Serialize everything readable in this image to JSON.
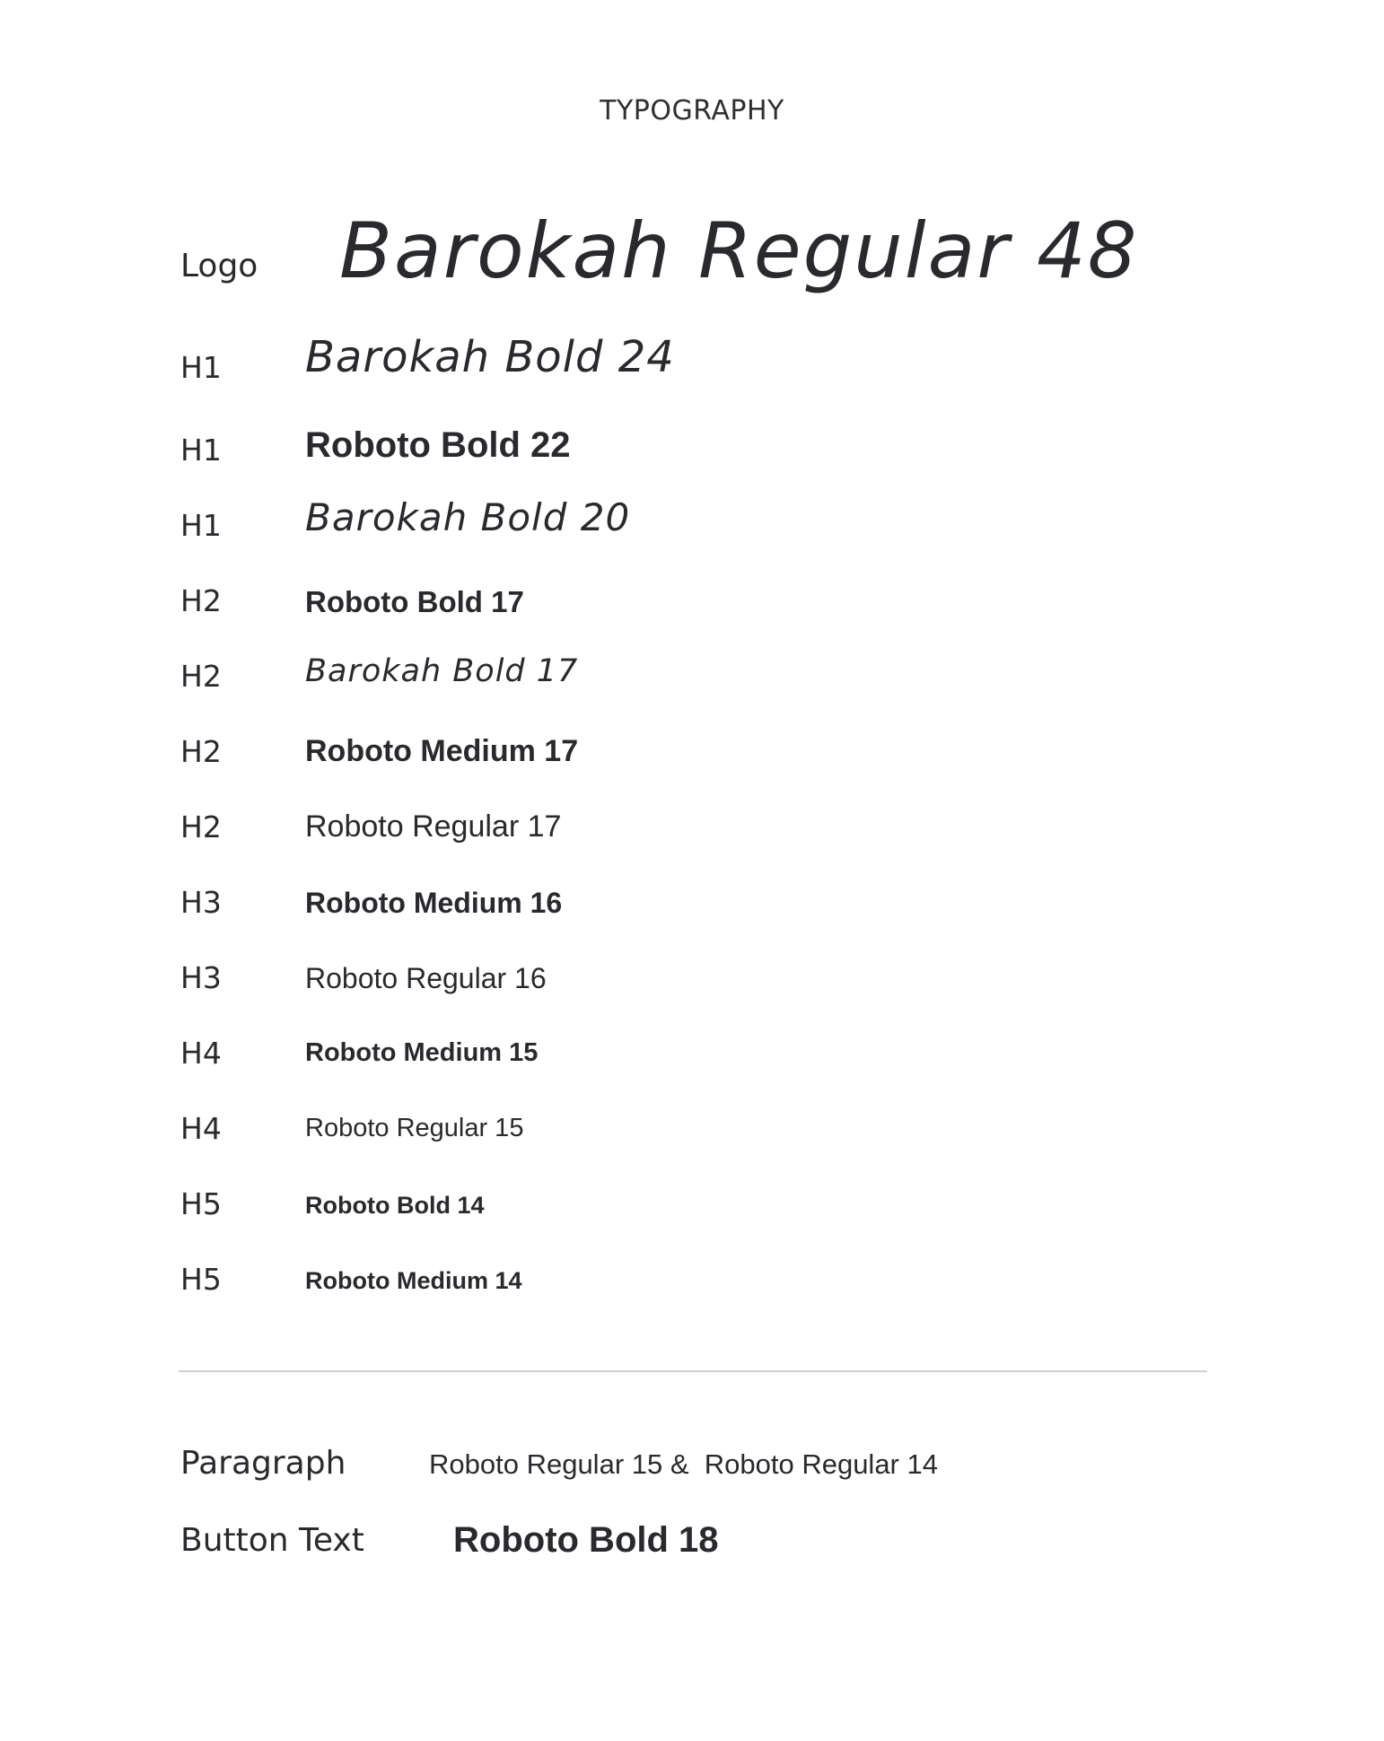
{
  "title": "TYPOGRAPHY",
  "styles": [
    {
      "level": "Logo",
      "sample": "Barokah Regular 48"
    },
    {
      "level": "H1",
      "sample": "Barokah Bold 24"
    },
    {
      "level": "H1",
      "sample": "Roboto Bold 22"
    },
    {
      "level": "H1",
      "sample": "Barokah Bold 20"
    },
    {
      "level": "H2",
      "sample": "Roboto Bold 17"
    },
    {
      "level": "H2",
      "sample": "Barokah Bold 17"
    },
    {
      "level": "H2",
      "sample": "Roboto Medium 17"
    },
    {
      "level": "H2",
      "sample": "Roboto Regular 17"
    },
    {
      "level": "H3",
      "sample": "Roboto Medium 16"
    },
    {
      "level": "H3",
      "sample": "Roboto Regular 16"
    },
    {
      "level": "H4",
      "sample": "Roboto Medium 15"
    },
    {
      "level": "H4",
      "sample": "Roboto Regular 15"
    },
    {
      "level": "H5",
      "sample": "Roboto Bold 14"
    },
    {
      "level": "H5",
      "sample": "Roboto Medium 14"
    }
  ],
  "paragraph": {
    "label": "Paragraph",
    "sample": "Roboto Regular 15 &  Roboto Regular 14"
  },
  "button_text": {
    "label": "Button Text",
    "sample": "Roboto Bold 18"
  },
  "colors": {
    "text": "#2a2a2e",
    "divider": "#cfcfcf",
    "background": "#ffffff"
  }
}
